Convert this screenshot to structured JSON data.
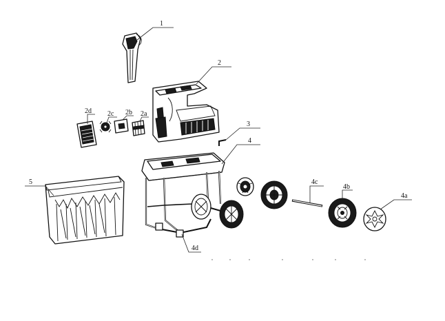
{
  "callouts": {
    "p1": "1",
    "p2": "2",
    "p2a": "2a",
    "p2b": "2b",
    "p2c": "2c",
    "p2d": "2d",
    "p3": "3",
    "p4": "4",
    "p4a": "4a",
    "p4b": "4b",
    "p4c": "4c",
    "p4d": "4d",
    "p5": "5"
  }
}
